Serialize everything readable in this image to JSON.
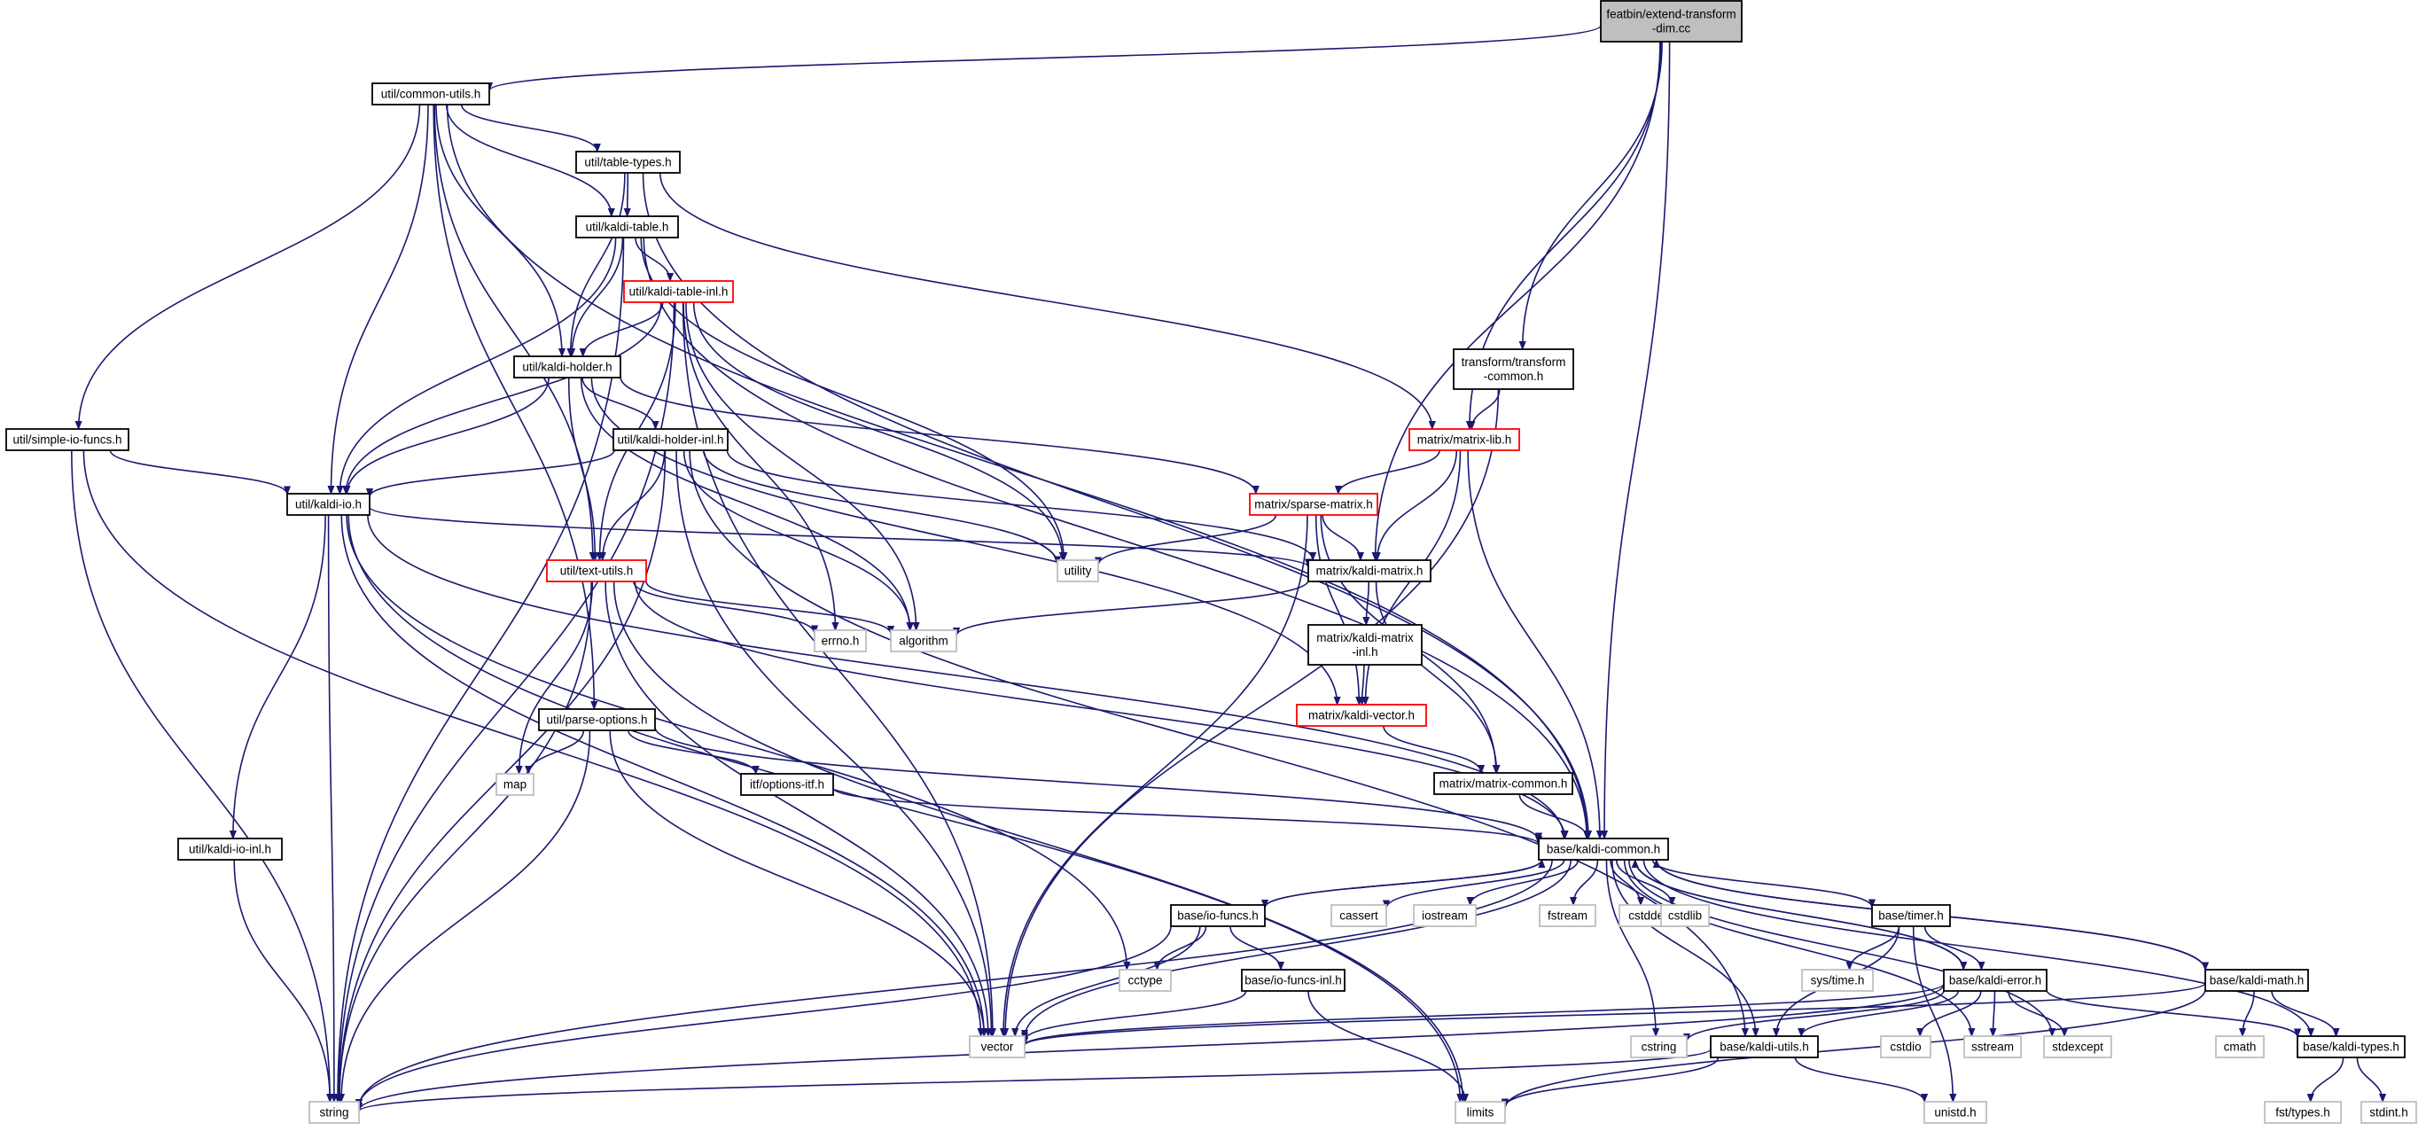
{
  "colors": {
    "edge": "#191970",
    "box_normal": "#000000",
    "box_incomplete": "#ff0000",
    "box_system": "#bfbfbf",
    "root_fill": "#bfbfbf",
    "text": "#000000"
  },
  "nodes": [
    {
      "id": "root",
      "lines": [
        "featbin/extend-transform",
        "-dim.cc"
      ],
      "kind": "root"
    },
    {
      "id": "common_utils",
      "lines": [
        "util/common-utils.h"
      ],
      "kind": "normal"
    },
    {
      "id": "table_types",
      "lines": [
        "util/table-types.h"
      ],
      "kind": "normal"
    },
    {
      "id": "kaldi_table",
      "lines": [
        "util/kaldi-table.h"
      ],
      "kind": "normal"
    },
    {
      "id": "kaldi_table_inl",
      "lines": [
        "util/kaldi-table-inl.h"
      ],
      "kind": "incomplete"
    },
    {
      "id": "kaldi_holder",
      "lines": [
        "util/kaldi-holder.h"
      ],
      "kind": "normal"
    },
    {
      "id": "kaldi_holder_inl",
      "lines": [
        "util/kaldi-holder-inl.h"
      ],
      "kind": "normal"
    },
    {
      "id": "simple_io",
      "lines": [
        "util/simple-io-funcs.h"
      ],
      "kind": "normal"
    },
    {
      "id": "kaldi_io",
      "lines": [
        "util/kaldi-io.h"
      ],
      "kind": "normal"
    },
    {
      "id": "text_utils",
      "lines": [
        "util/text-utils.h"
      ],
      "kind": "incomplete"
    },
    {
      "id": "parse_options",
      "lines": [
        "util/parse-options.h"
      ],
      "kind": "normal"
    },
    {
      "id": "options_itf",
      "lines": [
        "itf/options-itf.h"
      ],
      "kind": "normal"
    },
    {
      "id": "kaldi_io_inl",
      "lines": [
        "util/kaldi-io-inl.h"
      ],
      "kind": "normal"
    },
    {
      "id": "transform_common",
      "lines": [
        "transform/transform",
        "-common.h"
      ],
      "kind": "normal"
    },
    {
      "id": "matrix_lib",
      "lines": [
        "matrix/matrix-lib.h"
      ],
      "kind": "incomplete"
    },
    {
      "id": "sparse_matrix",
      "lines": [
        "matrix/sparse-matrix.h"
      ],
      "kind": "incomplete"
    },
    {
      "id": "kaldi_matrix",
      "lines": [
        "matrix/kaldi-matrix.h"
      ],
      "kind": "normal"
    },
    {
      "id": "kaldi_matrix_inl",
      "lines": [
        "matrix/kaldi-matrix",
        "-inl.h"
      ],
      "kind": "normal"
    },
    {
      "id": "kaldi_vector",
      "lines": [
        "matrix/kaldi-vector.h"
      ],
      "kind": "incomplete"
    },
    {
      "id": "matrix_common",
      "lines": [
        "matrix/matrix-common.h"
      ],
      "kind": "normal"
    },
    {
      "id": "kaldi_common",
      "lines": [
        "base/kaldi-common.h"
      ],
      "kind": "normal"
    },
    {
      "id": "io_funcs",
      "lines": [
        "base/io-funcs.h"
      ],
      "kind": "normal"
    },
    {
      "id": "io_funcs_inl",
      "lines": [
        "base/io-funcs-inl.h"
      ],
      "kind": "normal"
    },
    {
      "id": "timer",
      "lines": [
        "base/timer.h"
      ],
      "kind": "normal"
    },
    {
      "id": "kaldi_error",
      "lines": [
        "base/kaldi-error.h"
      ],
      "kind": "normal"
    },
    {
      "id": "kaldi_math",
      "lines": [
        "base/kaldi-math.h"
      ],
      "kind": "normal"
    },
    {
      "id": "kaldi_utils",
      "lines": [
        "base/kaldi-utils.h"
      ],
      "kind": "normal"
    },
    {
      "id": "kaldi_types",
      "lines": [
        "base/kaldi-types.h"
      ],
      "kind": "normal"
    },
    {
      "id": "utility",
      "lines": [
        "utility"
      ],
      "kind": "system"
    },
    {
      "id": "errno",
      "lines": [
        "errno.h"
      ],
      "kind": "system"
    },
    {
      "id": "algorithm",
      "lines": [
        "algorithm"
      ],
      "kind": "system"
    },
    {
      "id": "map",
      "lines": [
        "map"
      ],
      "kind": "system"
    },
    {
      "id": "cassert",
      "lines": [
        "cassert"
      ],
      "kind": "system"
    },
    {
      "id": "iostream",
      "lines": [
        "iostream"
      ],
      "kind": "system"
    },
    {
      "id": "fstream",
      "lines": [
        "fstream"
      ],
      "kind": "system"
    },
    {
      "id": "cstddef",
      "lines": [
        "cstddef"
      ],
      "kind": "system"
    },
    {
      "id": "cstdlib",
      "lines": [
        "cstdlib"
      ],
      "kind": "system"
    },
    {
      "id": "cctype",
      "lines": [
        "cctype"
      ],
      "kind": "system"
    },
    {
      "id": "sys_time",
      "lines": [
        "sys/time.h"
      ],
      "kind": "system"
    },
    {
      "id": "vector",
      "lines": [
        "vector"
      ],
      "kind": "system"
    },
    {
      "id": "cstring",
      "lines": [
        "cstring"
      ],
      "kind": "system"
    },
    {
      "id": "cstdio",
      "lines": [
        "cstdio"
      ],
      "kind": "system"
    },
    {
      "id": "sstream",
      "lines": [
        "sstream"
      ],
      "kind": "system"
    },
    {
      "id": "stdexcept",
      "lines": [
        "stdexcept"
      ],
      "kind": "system"
    },
    {
      "id": "cmath",
      "lines": [
        "cmath"
      ],
      "kind": "system"
    },
    {
      "id": "string",
      "lines": [
        "string"
      ],
      "kind": "system"
    },
    {
      "id": "limits",
      "lines": [
        "limits"
      ],
      "kind": "system"
    },
    {
      "id": "unistd",
      "lines": [
        "unistd.h"
      ],
      "kind": "system"
    },
    {
      "id": "fst_types",
      "lines": [
        "fst/types.h"
      ],
      "kind": "system"
    },
    {
      "id": "stdint",
      "lines": [
        "stdint.h"
      ],
      "kind": "system"
    }
  ],
  "edges": [
    [
      "root",
      "common_utils"
    ],
    [
      "root",
      "transform_common"
    ],
    [
      "root",
      "matrix_lib"
    ],
    [
      "root",
      "kaldi_matrix"
    ],
    [
      "root",
      "kaldi_common"
    ],
    [
      "common_utils",
      "table_types"
    ],
    [
      "common_utils",
      "kaldi_table"
    ],
    [
      "common_utils",
      "kaldi_holder"
    ],
    [
      "common_utils",
      "simple_io"
    ],
    [
      "common_utils",
      "kaldi_io"
    ],
    [
      "common_utils",
      "text_utils"
    ],
    [
      "common_utils",
      "parse_options"
    ],
    [
      "common_utils",
      "kaldi_common"
    ],
    [
      "table_types",
      "kaldi_table"
    ],
    [
      "table_types",
      "kaldi_holder"
    ],
    [
      "table_types",
      "matrix_lib"
    ],
    [
      "table_types",
      "kaldi_common"
    ],
    [
      "kaldi_table",
      "kaldi_table_inl"
    ],
    [
      "kaldi_table",
      "kaldi_holder"
    ],
    [
      "kaldi_table",
      "kaldi_io"
    ],
    [
      "kaldi_table",
      "utility"
    ],
    [
      "kaldi_table",
      "kaldi_common"
    ],
    [
      "kaldi_table",
      "string"
    ],
    [
      "kaldi_table_inl",
      "kaldi_holder"
    ],
    [
      "kaldi_table_inl",
      "kaldi_io"
    ],
    [
      "kaldi_table_inl",
      "text_utils"
    ],
    [
      "kaldi_table_inl",
      "utility"
    ],
    [
      "kaldi_table_inl",
      "errno"
    ],
    [
      "kaldi_table_inl",
      "algorithm"
    ],
    [
      "kaldi_table_inl",
      "vector"
    ],
    [
      "kaldi_table_inl",
      "string"
    ],
    [
      "kaldi_holder",
      "kaldi_holder_inl"
    ],
    [
      "kaldi_holder",
      "kaldi_io"
    ],
    [
      "kaldi_holder",
      "text_utils"
    ],
    [
      "kaldi_holder",
      "sparse_matrix"
    ],
    [
      "kaldi_holder",
      "algorithm"
    ],
    [
      "kaldi_holder",
      "kaldi_vector"
    ],
    [
      "kaldi_holder_inl",
      "kaldi_io"
    ],
    [
      "kaldi_holder_inl",
      "text_utils"
    ],
    [
      "kaldi_holder_inl",
      "kaldi_matrix"
    ],
    [
      "kaldi_holder_inl",
      "kaldi_utils"
    ],
    [
      "kaldi_holder_inl",
      "utility"
    ],
    [
      "kaldi_holder_inl",
      "algorithm"
    ],
    [
      "kaldi_holder_inl",
      "vector"
    ],
    [
      "kaldi_holder_inl",
      "string"
    ],
    [
      "simple_io",
      "kaldi_io"
    ],
    [
      "simple_io",
      "vector"
    ],
    [
      "simple_io",
      "string"
    ],
    [
      "kaldi_io",
      "kaldi_io_inl"
    ],
    [
      "kaldi_io",
      "kaldi_matrix"
    ],
    [
      "kaldi_io",
      "kaldi_common"
    ],
    [
      "kaldi_io",
      "cctype"
    ],
    [
      "kaldi_io",
      "vector"
    ],
    [
      "kaldi_io",
      "string"
    ],
    [
      "kaldi_io",
      "limits"
    ],
    [
      "text_utils",
      "kaldi_common"
    ],
    [
      "text_utils",
      "errno"
    ],
    [
      "text_utils",
      "algorithm"
    ],
    [
      "text_utils",
      "map"
    ],
    [
      "text_utils",
      "vector"
    ],
    [
      "text_utils",
      "string"
    ],
    [
      "text_utils",
      "limits"
    ],
    [
      "parse_options",
      "options_itf"
    ],
    [
      "parse_options",
      "kaldi_common"
    ],
    [
      "parse_options",
      "map"
    ],
    [
      "parse_options",
      "vector"
    ],
    [
      "parse_options",
      "string"
    ],
    [
      "options_itf",
      "kaldi_common"
    ],
    [
      "kaldi_io_inl",
      "string"
    ],
    [
      "transform_common",
      "matrix_lib"
    ],
    [
      "transform_common",
      "vector"
    ],
    [
      "matrix_lib",
      "sparse_matrix"
    ],
    [
      "matrix_lib",
      "kaldi_matrix"
    ],
    [
      "matrix_lib",
      "kaldi_vector"
    ],
    [
      "matrix_lib",
      "kaldi_common"
    ],
    [
      "sparse_matrix",
      "kaldi_matrix"
    ],
    [
      "sparse_matrix",
      "kaldi_vector"
    ],
    [
      "sparse_matrix",
      "matrix_common"
    ],
    [
      "sparse_matrix",
      "utility"
    ],
    [
      "sparse_matrix",
      "vector"
    ],
    [
      "kaldi_matrix",
      "kaldi_matrix_inl"
    ],
    [
      "kaldi_matrix",
      "matrix_common"
    ],
    [
      "kaldi_matrix",
      "algorithm"
    ],
    [
      "kaldi_matrix_inl",
      "kaldi_vector"
    ],
    [
      "kaldi_vector",
      "matrix_common"
    ],
    [
      "matrix_common",
      "kaldi_common"
    ],
    [
      "kaldi_common",
      "io_funcs"
    ],
    [
      "kaldi_common",
      "timer"
    ],
    [
      "kaldi_common",
      "kaldi_error"
    ],
    [
      "kaldi_common",
      "kaldi_math"
    ],
    [
      "kaldi_common",
      "kaldi_utils"
    ],
    [
      "kaldi_common",
      "kaldi_types"
    ],
    [
      "kaldi_common",
      "cassert"
    ],
    [
      "kaldi_common",
      "iostream"
    ],
    [
      "kaldi_common",
      "fstream"
    ],
    [
      "kaldi_common",
      "cstddef"
    ],
    [
      "kaldi_common",
      "cstdlib"
    ],
    [
      "kaldi_common",
      "cstring"
    ],
    [
      "kaldi_common",
      "sstream"
    ],
    [
      "kaldi_common",
      "stdexcept"
    ],
    [
      "kaldi_common",
      "vector"
    ],
    [
      "kaldi_common",
      "string"
    ],
    [
      "io_funcs",
      "kaldi_common"
    ],
    [
      "io_funcs",
      "io_funcs_inl"
    ],
    [
      "io_funcs",
      "cctype"
    ],
    [
      "io_funcs",
      "vector"
    ],
    [
      "io_funcs",
      "string"
    ],
    [
      "io_funcs_inl",
      "vector"
    ],
    [
      "io_funcs_inl",
      "limits"
    ],
    [
      "timer",
      "kaldi_error"
    ],
    [
      "timer",
      "kaldi_utils"
    ],
    [
      "timer",
      "sys_time"
    ],
    [
      "timer",
      "unistd"
    ],
    [
      "kaldi_error",
      "kaldi_common"
    ],
    [
      "kaldi_error",
      "kaldi_types"
    ],
    [
      "kaldi_error",
      "kaldi_utils"
    ],
    [
      "kaldi_error",
      "vector"
    ],
    [
      "kaldi_error",
      "string"
    ],
    [
      "kaldi_error",
      "cstring"
    ],
    [
      "kaldi_error",
      "cstdio"
    ],
    [
      "kaldi_error",
      "sstream"
    ],
    [
      "kaldi_error",
      "stdexcept"
    ],
    [
      "kaldi_math",
      "kaldi_common"
    ],
    [
      "kaldi_math",
      "kaldi_types"
    ],
    [
      "kaldi_math",
      "cmath"
    ],
    [
      "kaldi_math",
      "limits"
    ],
    [
      "kaldi_math",
      "vector"
    ],
    [
      "kaldi_utils",
      "string"
    ],
    [
      "kaldi_utils",
      "limits"
    ],
    [
      "kaldi_utils",
      "unistd"
    ],
    [
      "kaldi_types",
      "fst_types"
    ],
    [
      "kaldi_types",
      "stdint"
    ]
  ]
}
